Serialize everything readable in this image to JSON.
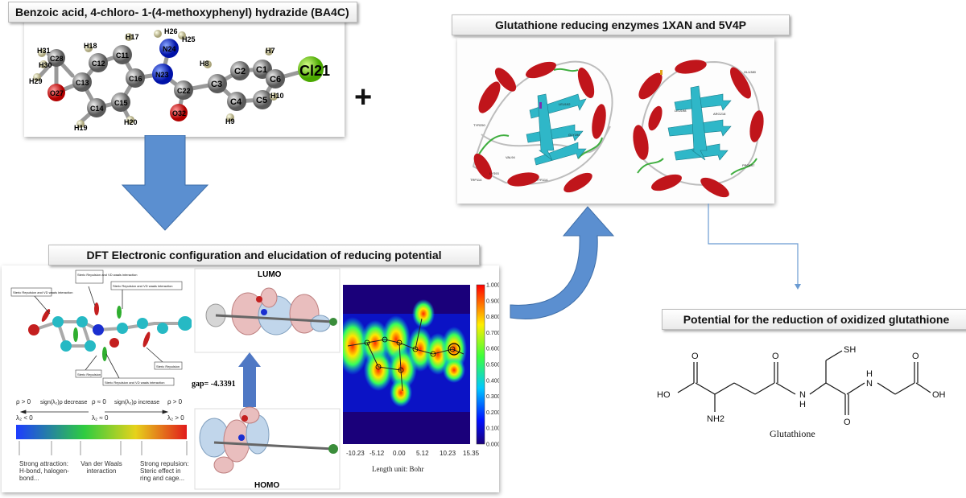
{
  "titles": {
    "ba4c": "Benzoic acid, 4-chloro- 1-(4-methoxyphenyl) hydrazide (BA4C)",
    "enzymes": "Glutathione reducing enzymes 1XAN and 5V4P",
    "dft": "DFT Electronic configuration and elucidation of reducing potential",
    "potential": "Potential for the reduction of oxidized glutathione"
  },
  "plus_sign": "+",
  "atoms": {
    "h31": "H31",
    "h29": "H29",
    "c28": "C28",
    "h30": "H30",
    "o27": "O27",
    "h18": "H18",
    "c12": "C12",
    "h17": "H17",
    "c11": "C11",
    "c13": "C13",
    "c16": "C16",
    "c14": "C14",
    "c15": "C15",
    "h19": "H19",
    "h20": "H20",
    "n24": "N24",
    "h26": "H26",
    "h25": "H25",
    "n23": "N23",
    "c22": "C22",
    "o32": "O32",
    "h8": "H8",
    "c2": "C2",
    "c3": "C3",
    "c4": "C4",
    "h9": "H9",
    "h7": "H7",
    "c1": "C1",
    "c6": "C6",
    "c5": "C5",
    "h10": "H10",
    "cl21": "Cl21"
  },
  "nci": {
    "callout_top1": "Steric Repulsion and VD waals interaction",
    "callout_top2": "Steric Repulsion and VD waals interaction",
    "callout_top3": "Steric Repulsion and VD waals interaction",
    "callout_steric1": "Steric Repulsion",
    "callout_steric2": "Steric Repulsion",
    "callout_vdw": "Steric Repulsion and VD waals interaction",
    "left_top": "ρ > 0",
    "left_bottom": "λ₂ < 0",
    "decrease": "sign(λ₂)ρ decrease",
    "mid_top": "ρ ≈ 0",
    "mid_bottom": "λ₂ ≈ 0",
    "increase": "sign(λ₂)ρ increase",
    "right_top": "ρ > 0",
    "right_bottom": "λ₂ > 0",
    "strong_attraction": "Strong attraction: H-bond, halogen-bond...",
    "van_der_waals": "Van der Waals interaction",
    "strong_repulsion": "Strong repulsion: Steric effect in ring and cage..."
  },
  "orbitals": {
    "lumo": "LUMO",
    "homo": "HOMO",
    "gap": "gap= -4.3391"
  },
  "elf_map": {
    "colorbar_ticks": [
      "1.000",
      "0.900",
      "0.800",
      "0.700",
      "0.600",
      "0.500",
      "0.400",
      "0.300",
      "0.200",
      "0.100",
      "0.000"
    ],
    "x_ticks": [
      "-10.23",
      "-5.12",
      "0.00",
      "5.12",
      "10.23",
      "15.35"
    ],
    "xlabel": "Length unit: Bohr"
  },
  "glutathione": {
    "ho_left": "HO",
    "nh2": "NH2",
    "sh": "SH",
    "h_amide1": "H",
    "n_amide1": "N",
    "h_amide2": "H",
    "n_amide2": "N",
    "oh_right": "OH",
    "caption": "Glutathione"
  },
  "colors": {
    "arrow_blue": "#4f86c6",
    "label_border": "#bdbdbd",
    "helix_red": "#c0151b",
    "sheet_cyan": "#2fb7c8"
  }
}
